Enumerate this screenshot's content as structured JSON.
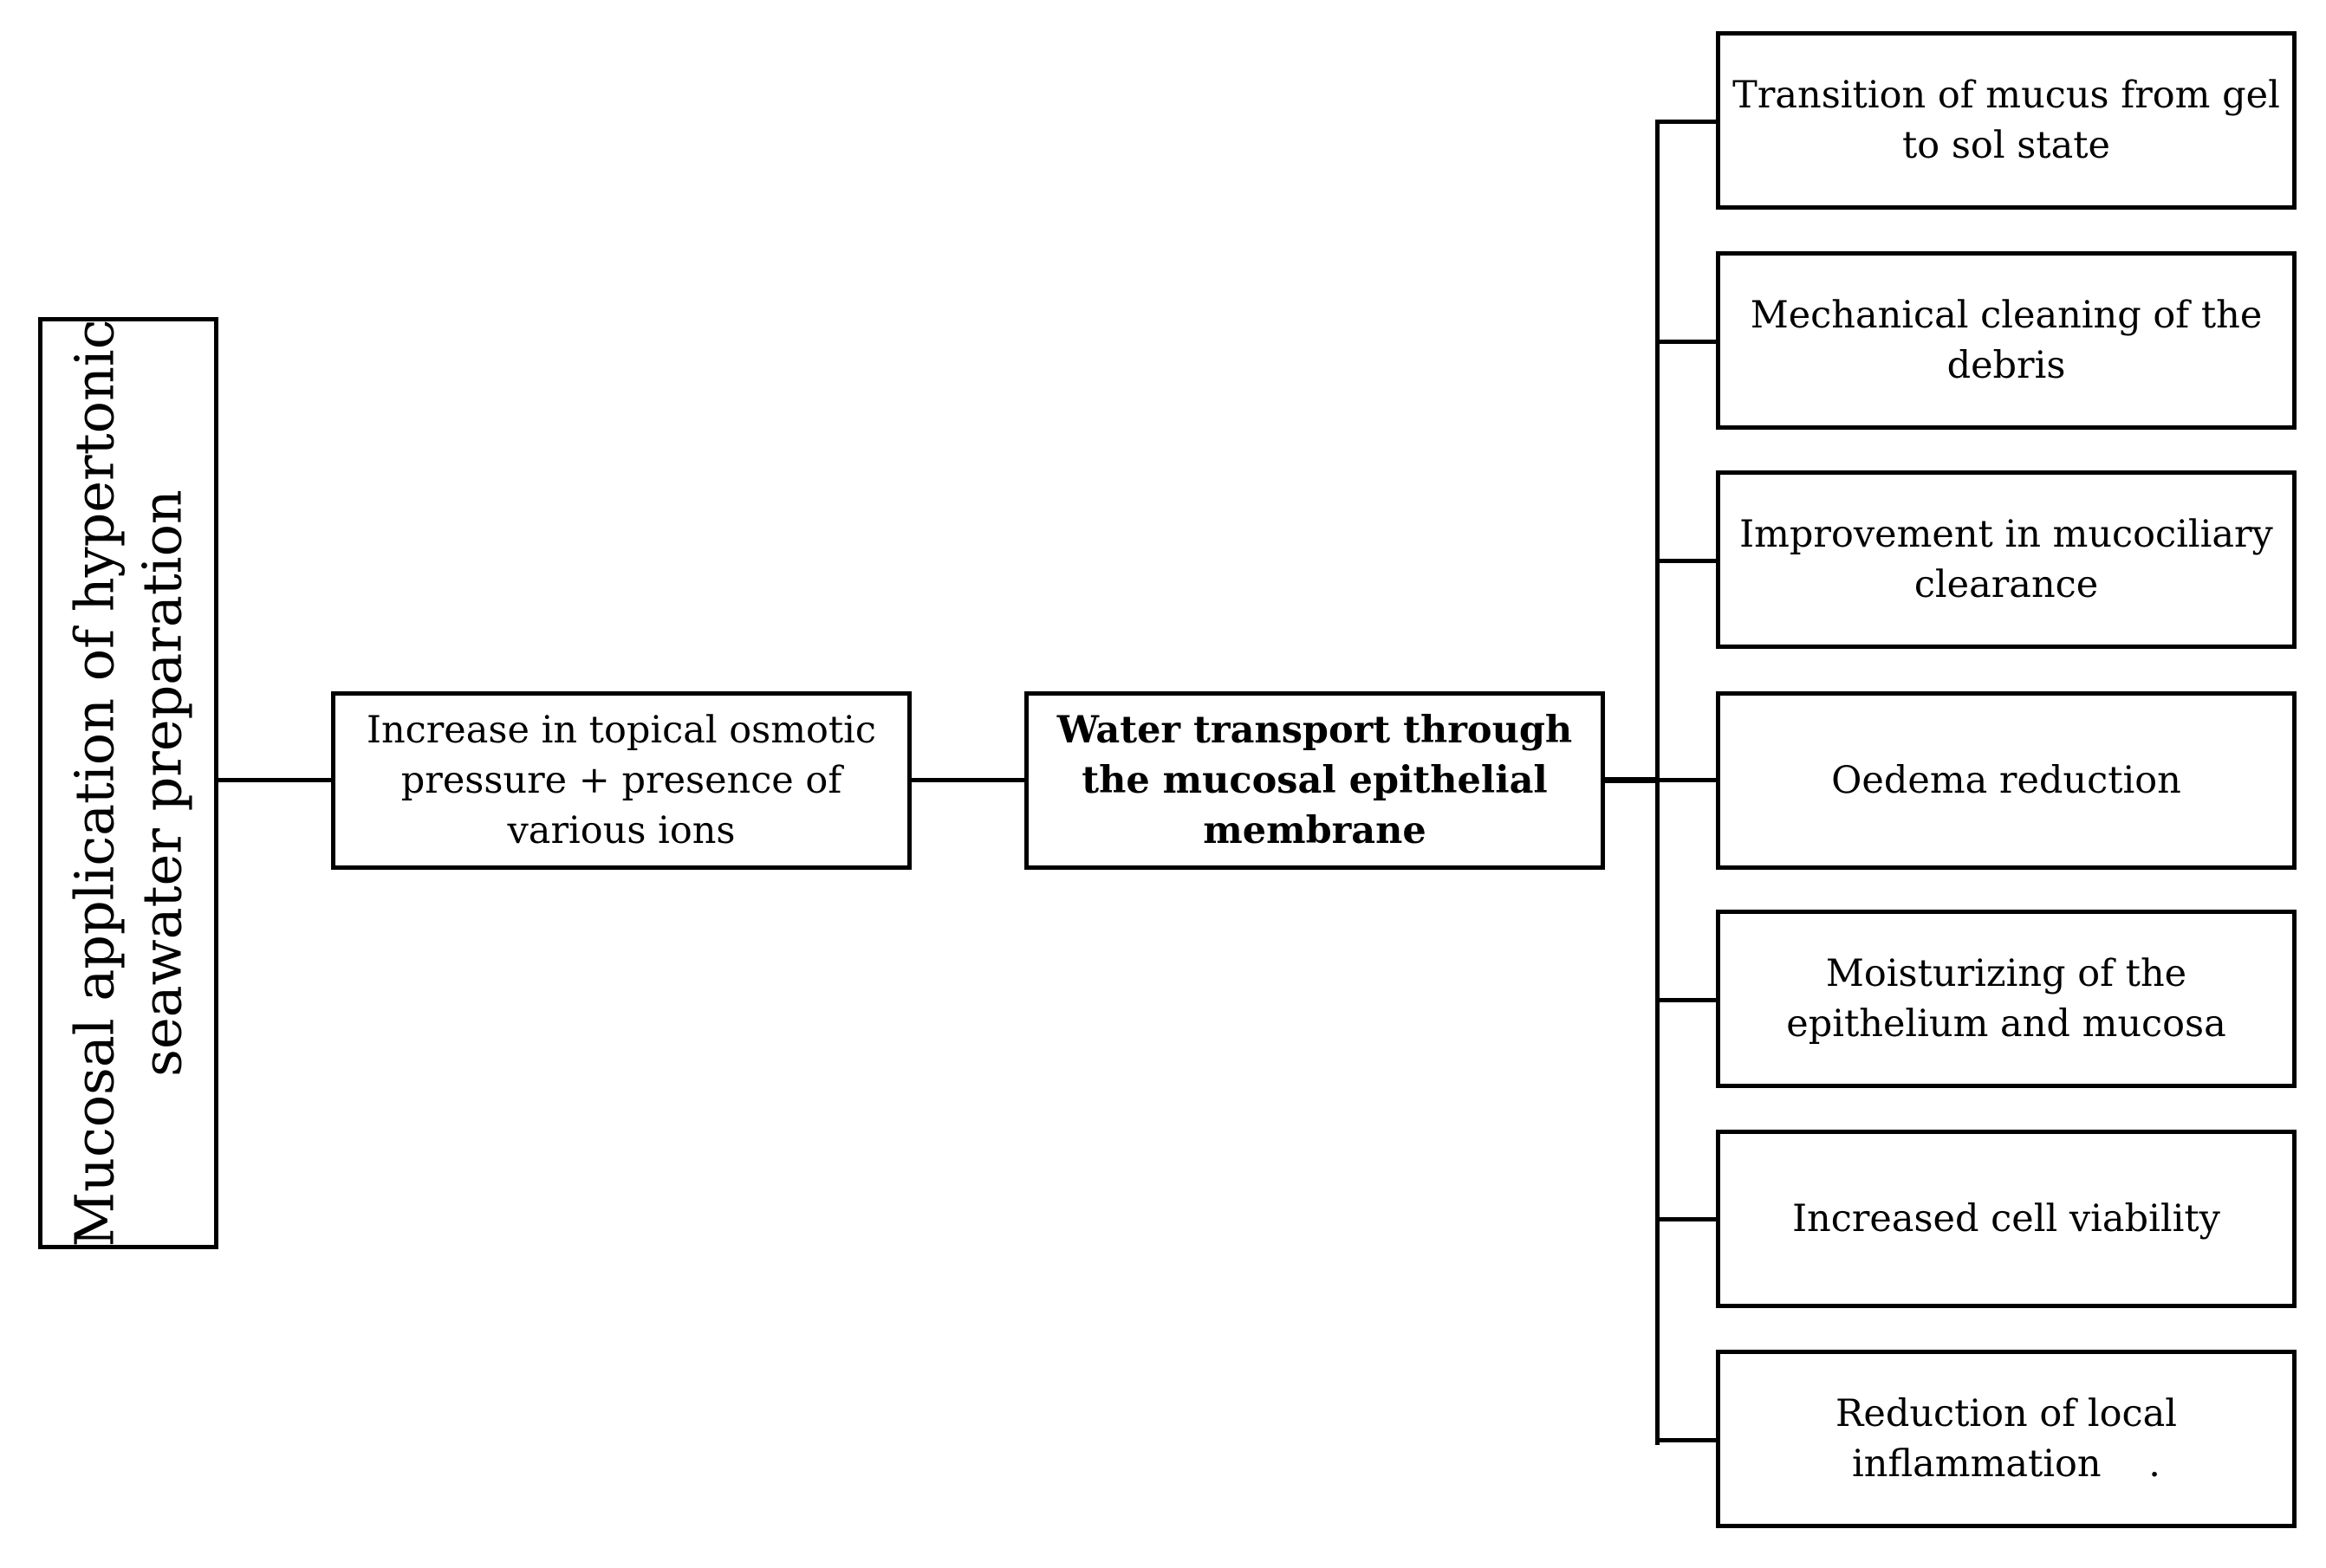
{
  "diagram": {
    "source": {
      "line1": "Mucosal application of hypertonic",
      "line2": "seawater preparation"
    },
    "mechanism": "Increase in topical osmotic pressure + presence of various ions",
    "central": "Water transport through the mucosal epithelial membrane",
    "outcomes": [
      "Transition of mucus from gel to sol state",
      "Mechanical cleaning of the debris",
      "Improvement in mucociliary clearance",
      "Oedema reduction",
      "Moisturizing of the epithelium and mucosa",
      "Increased cell viability",
      "Reduction of local inflammation    ."
    ]
  }
}
